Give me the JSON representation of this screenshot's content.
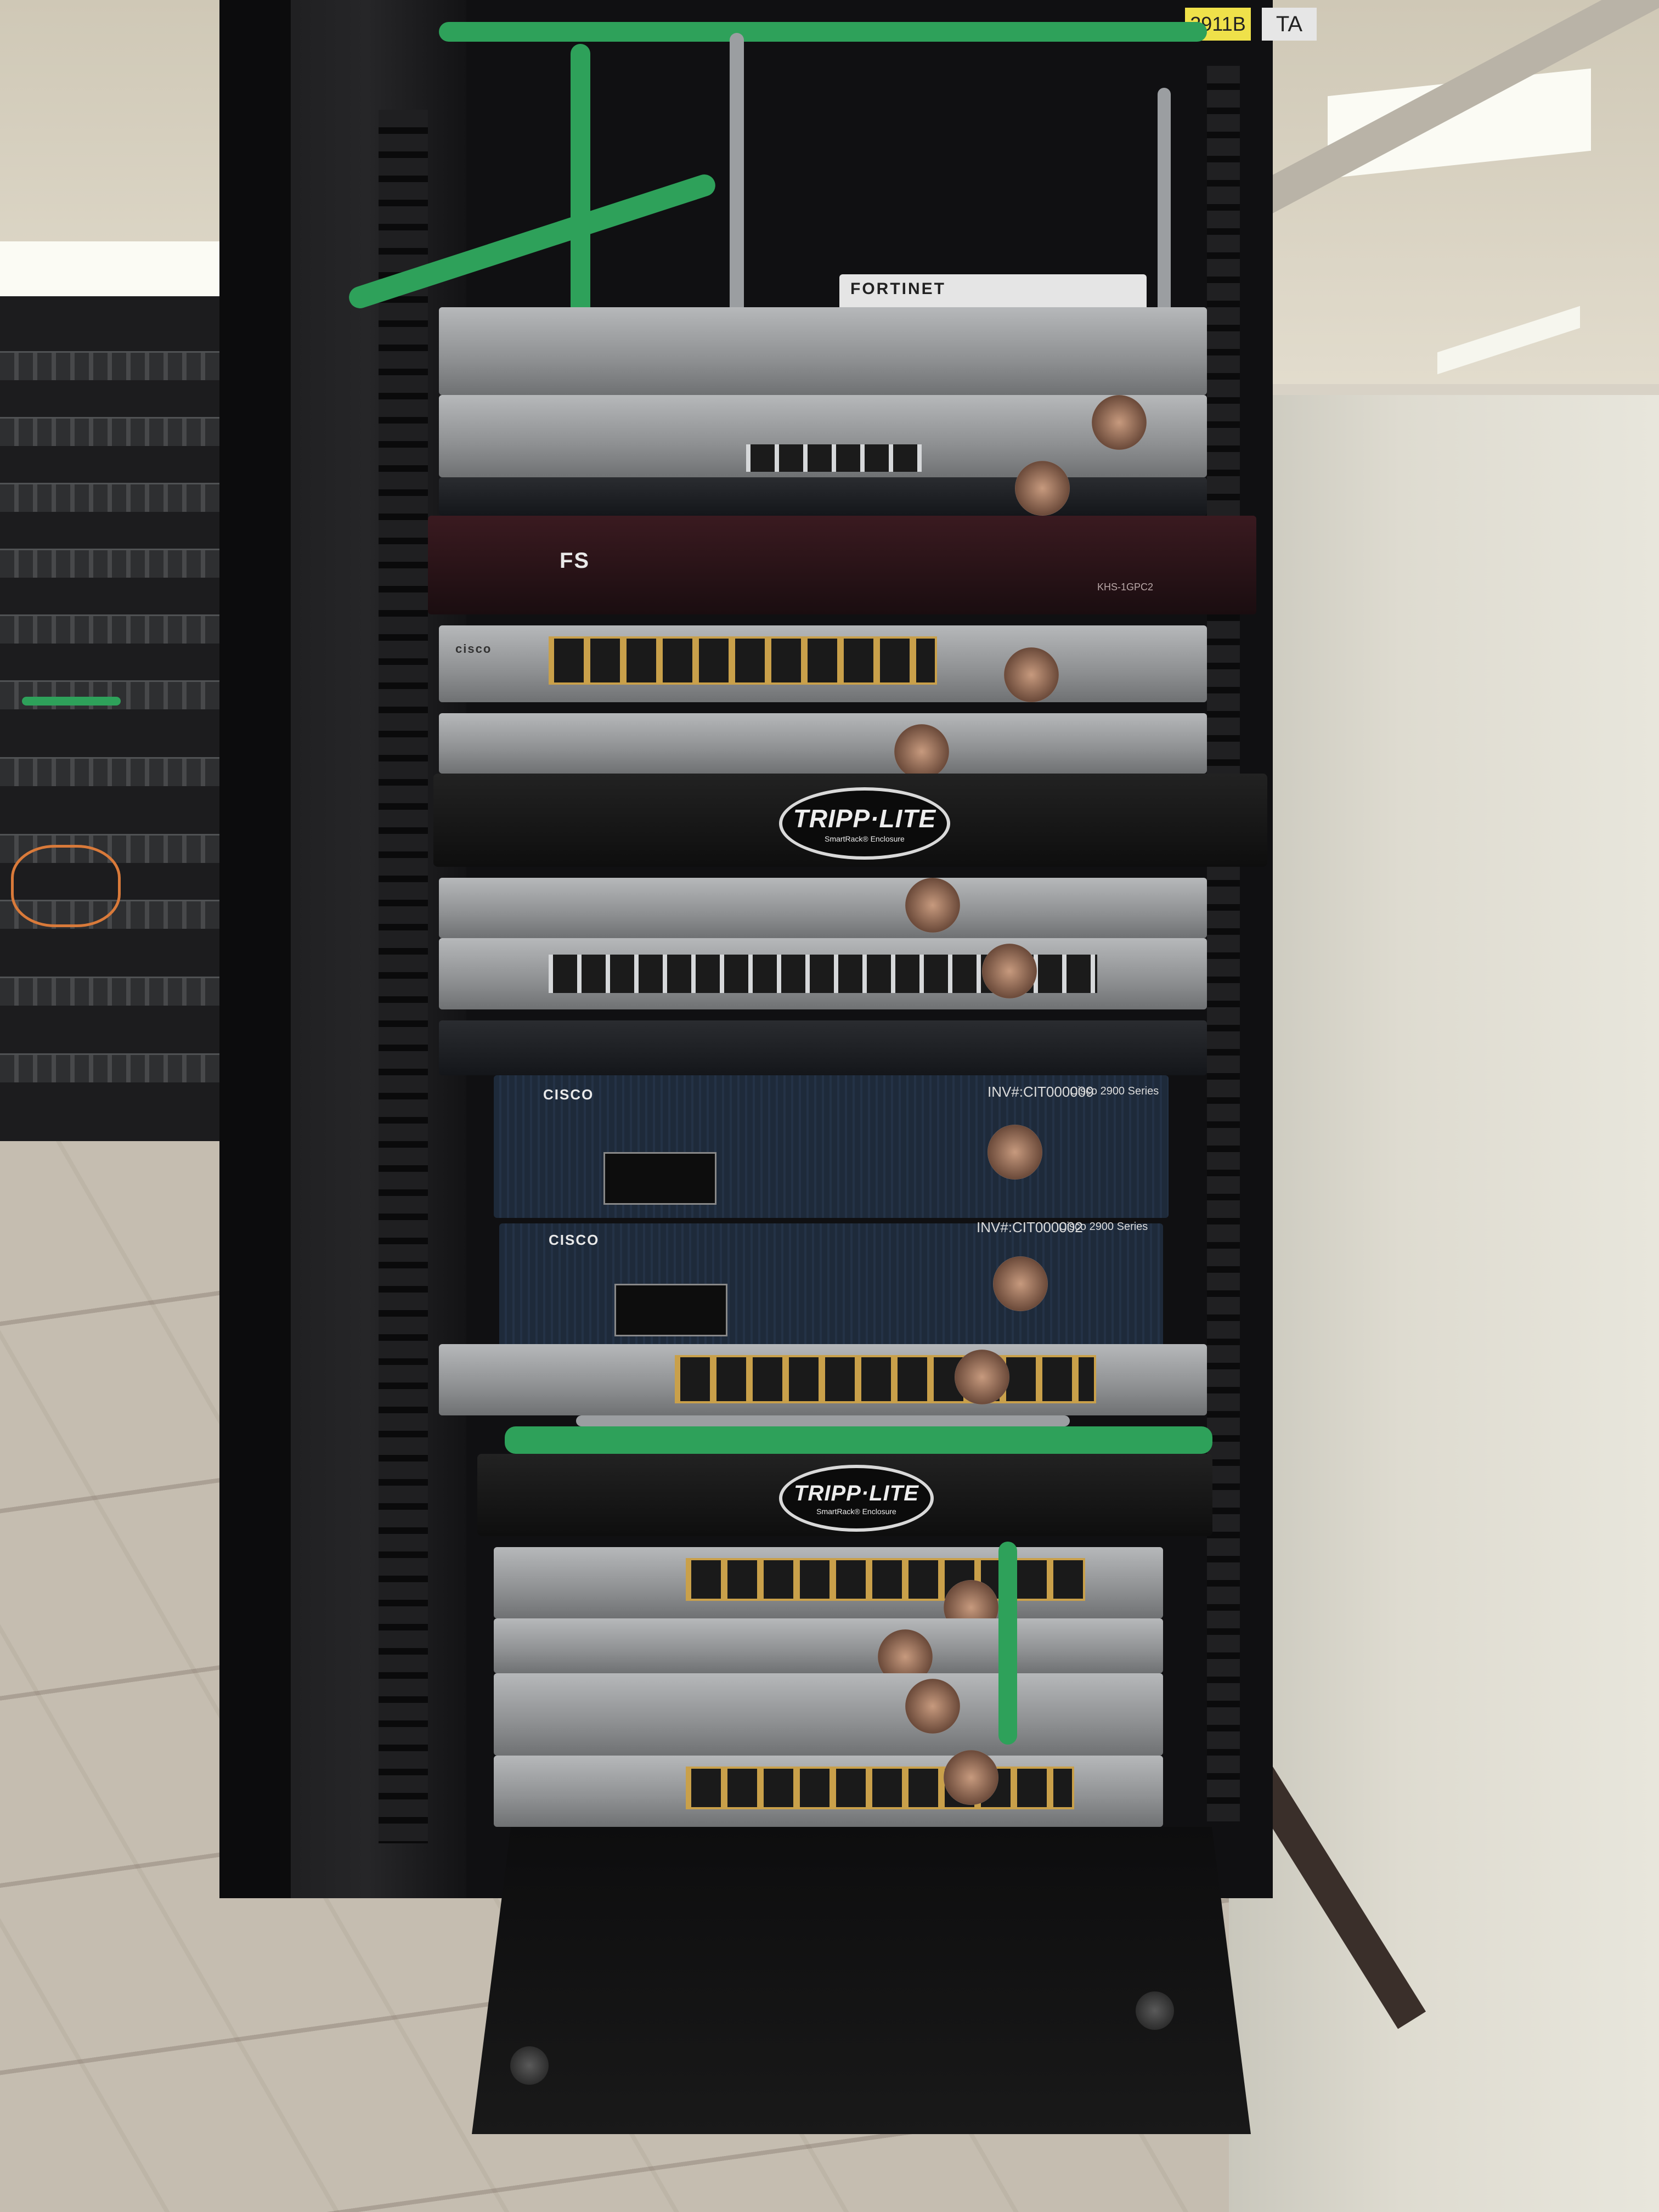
{
  "scene": "server rack",
  "labels": {
    "tag_1": "2911B",
    "tag_2": "TA",
    "fortinet": "FORTINET",
    "fs": "FS",
    "fs_model": "KHS-1GPC2",
    "cisco_1": "CISCO",
    "cisco_2": "CISCO",
    "inv_1": "INV#:CIT000009",
    "inv_2": "INV#:CIT000002",
    "series_1": "Cisco 2900 Series",
    "series_2": "Cisco 2900 Series",
    "tripp_1": "TRIPP·LITE",
    "tripp_1_sub": "SmartRack® Enclosure",
    "tripp_2": "TRIPP·LITE",
    "tripp_2_sub": "SmartRack® Enclosure"
  },
  "colors": {
    "rack": "#101012",
    "cable_green": "#2ea15a",
    "port_gold": "#c9a04a",
    "cisco_navy": "#1e2a3a",
    "wall": "#dedbd0",
    "carpet": "#c5bdb0"
  }
}
